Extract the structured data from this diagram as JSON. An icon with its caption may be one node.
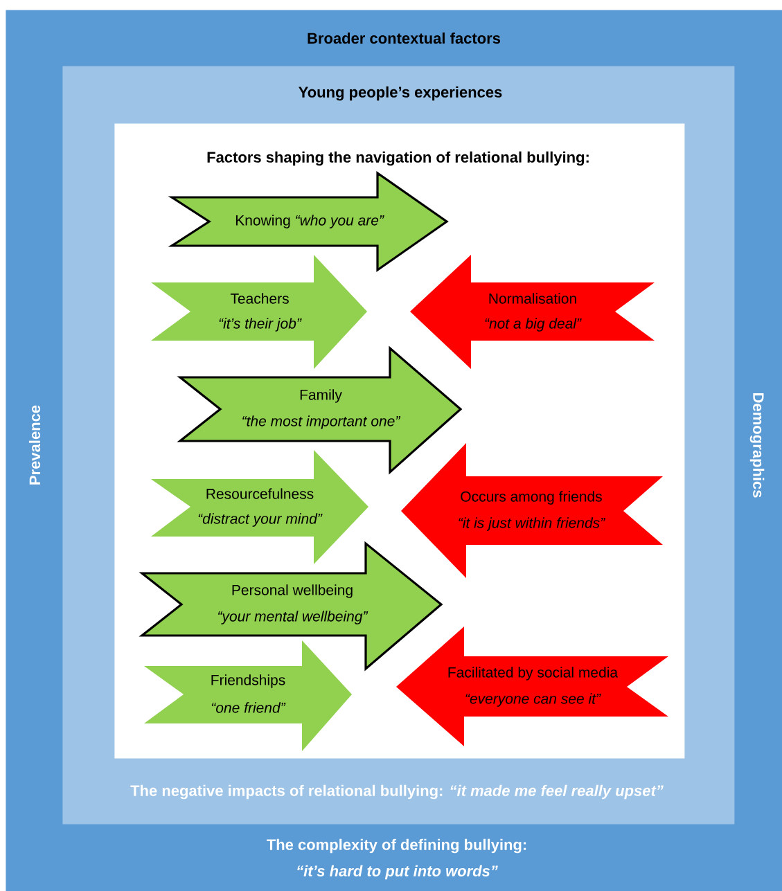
{
  "diagram": {
    "nodes": [
      {
        "text": [
          "Broader contextual factors",
          "Prevalence",
          "Demographics",
          "The complexity of defining bullying:",
          "“it’s hard to put into words”"
        ]
      },
      {
        "text": [
          "Young people’s experiences",
          "The negative impacts of relational bullying: *“it made me feel really upset”*"
        ],
        "in": 0
      },
      {
        "text": [
          "Factors shaping the navigation of relational bullying:"
        ],
        "in": 1
      },
      {
        "text": [
          "Knowing *“who you are”*"
        ],
        "in": 2
      },
      {
        "text": [
          "Teachers",
          "“it’s their job”"
        ],
        "in": 2
      },
      {
        "text": [
          "Normalisation",
          "“not a big deal”"
        ],
        "in": 2
      },
      {
        "text": [
          "Family",
          "“the most important one”"
        ],
        "in": 2
      },
      {
        "text": [
          "Resourcefulness",
          "“distract your mind”"
        ],
        "in": 2
      },
      {
        "text": [
          "Occurs among friends",
          "“it is just within friends”"
        ],
        "in": 2
      },
      {
        "text": [
          "Personal wellbeing",
          "“your mental wellbeing”"
        ],
        "in": 2
      },
      {
        "text": [
          "Friendships",
          "“one friend”"
        ],
        "in": 2
      },
      {
        "text": [
          "Facilitated by social media",
          "“everyone can see it”"
        ],
        "in": 2
      }
    ]
  }
}
